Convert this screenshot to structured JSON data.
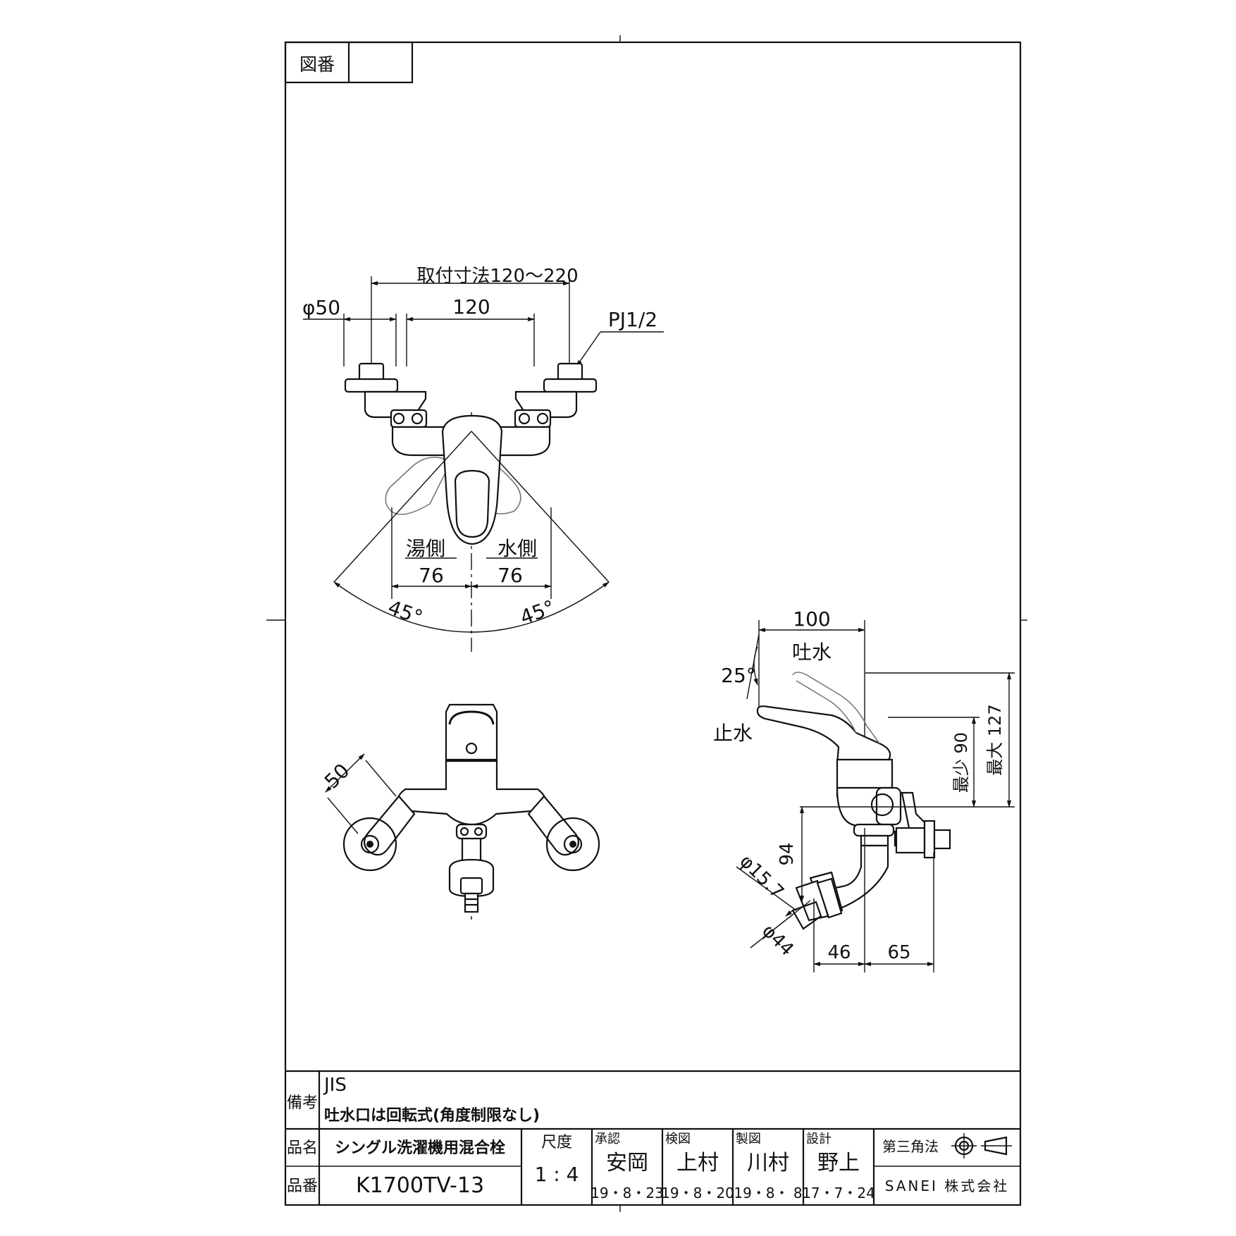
{
  "header": {
    "drawing_number_label": "図番",
    "drawing_number_value": ""
  },
  "dimensions": {
    "mount_range": "取付寸法120～220",
    "phi50": "φ50",
    "d120": "120",
    "pj": "PJ1/2",
    "hot_side": "湯側",
    "cold_side": "水側",
    "d76_left": "76",
    "d76_right": "76",
    "angle_left": "45°",
    "angle_right": "45°",
    "d50": "50",
    "d100": "100",
    "spout": "吐水",
    "angle25": "25°",
    "stop": "止水",
    "max127": "最大 127",
    "min90": "最少 90",
    "d94": "94",
    "phi157": "φ15.7",
    "phi44": "φ44",
    "d46": "46",
    "d65": "65"
  },
  "notes": {
    "label": "備考",
    "line1": "JIS",
    "line2": "吐水口は回転式(角度制限なし)"
  },
  "title_block": {
    "name_label": "品名",
    "name_value": "シングル洗濯機用混合栓",
    "number_label": "品番",
    "number_value": "K1700TV-13",
    "scale_label": "尺度",
    "scale_value": "1 : 4",
    "approve_label": "承認",
    "approve_name": "安岡",
    "approve_date": "19・8・23",
    "check_label": "検図",
    "check_name": "上村",
    "check_date": "19・8・20",
    "draft_label": "製図",
    "draft_name": "川村",
    "draft_date": "19・8・ 8",
    "design_label": "設計",
    "design_name": "野上",
    "design_date": "17・7・24",
    "projection_label": "第三角法",
    "company": "SANEI 株式会社"
  }
}
